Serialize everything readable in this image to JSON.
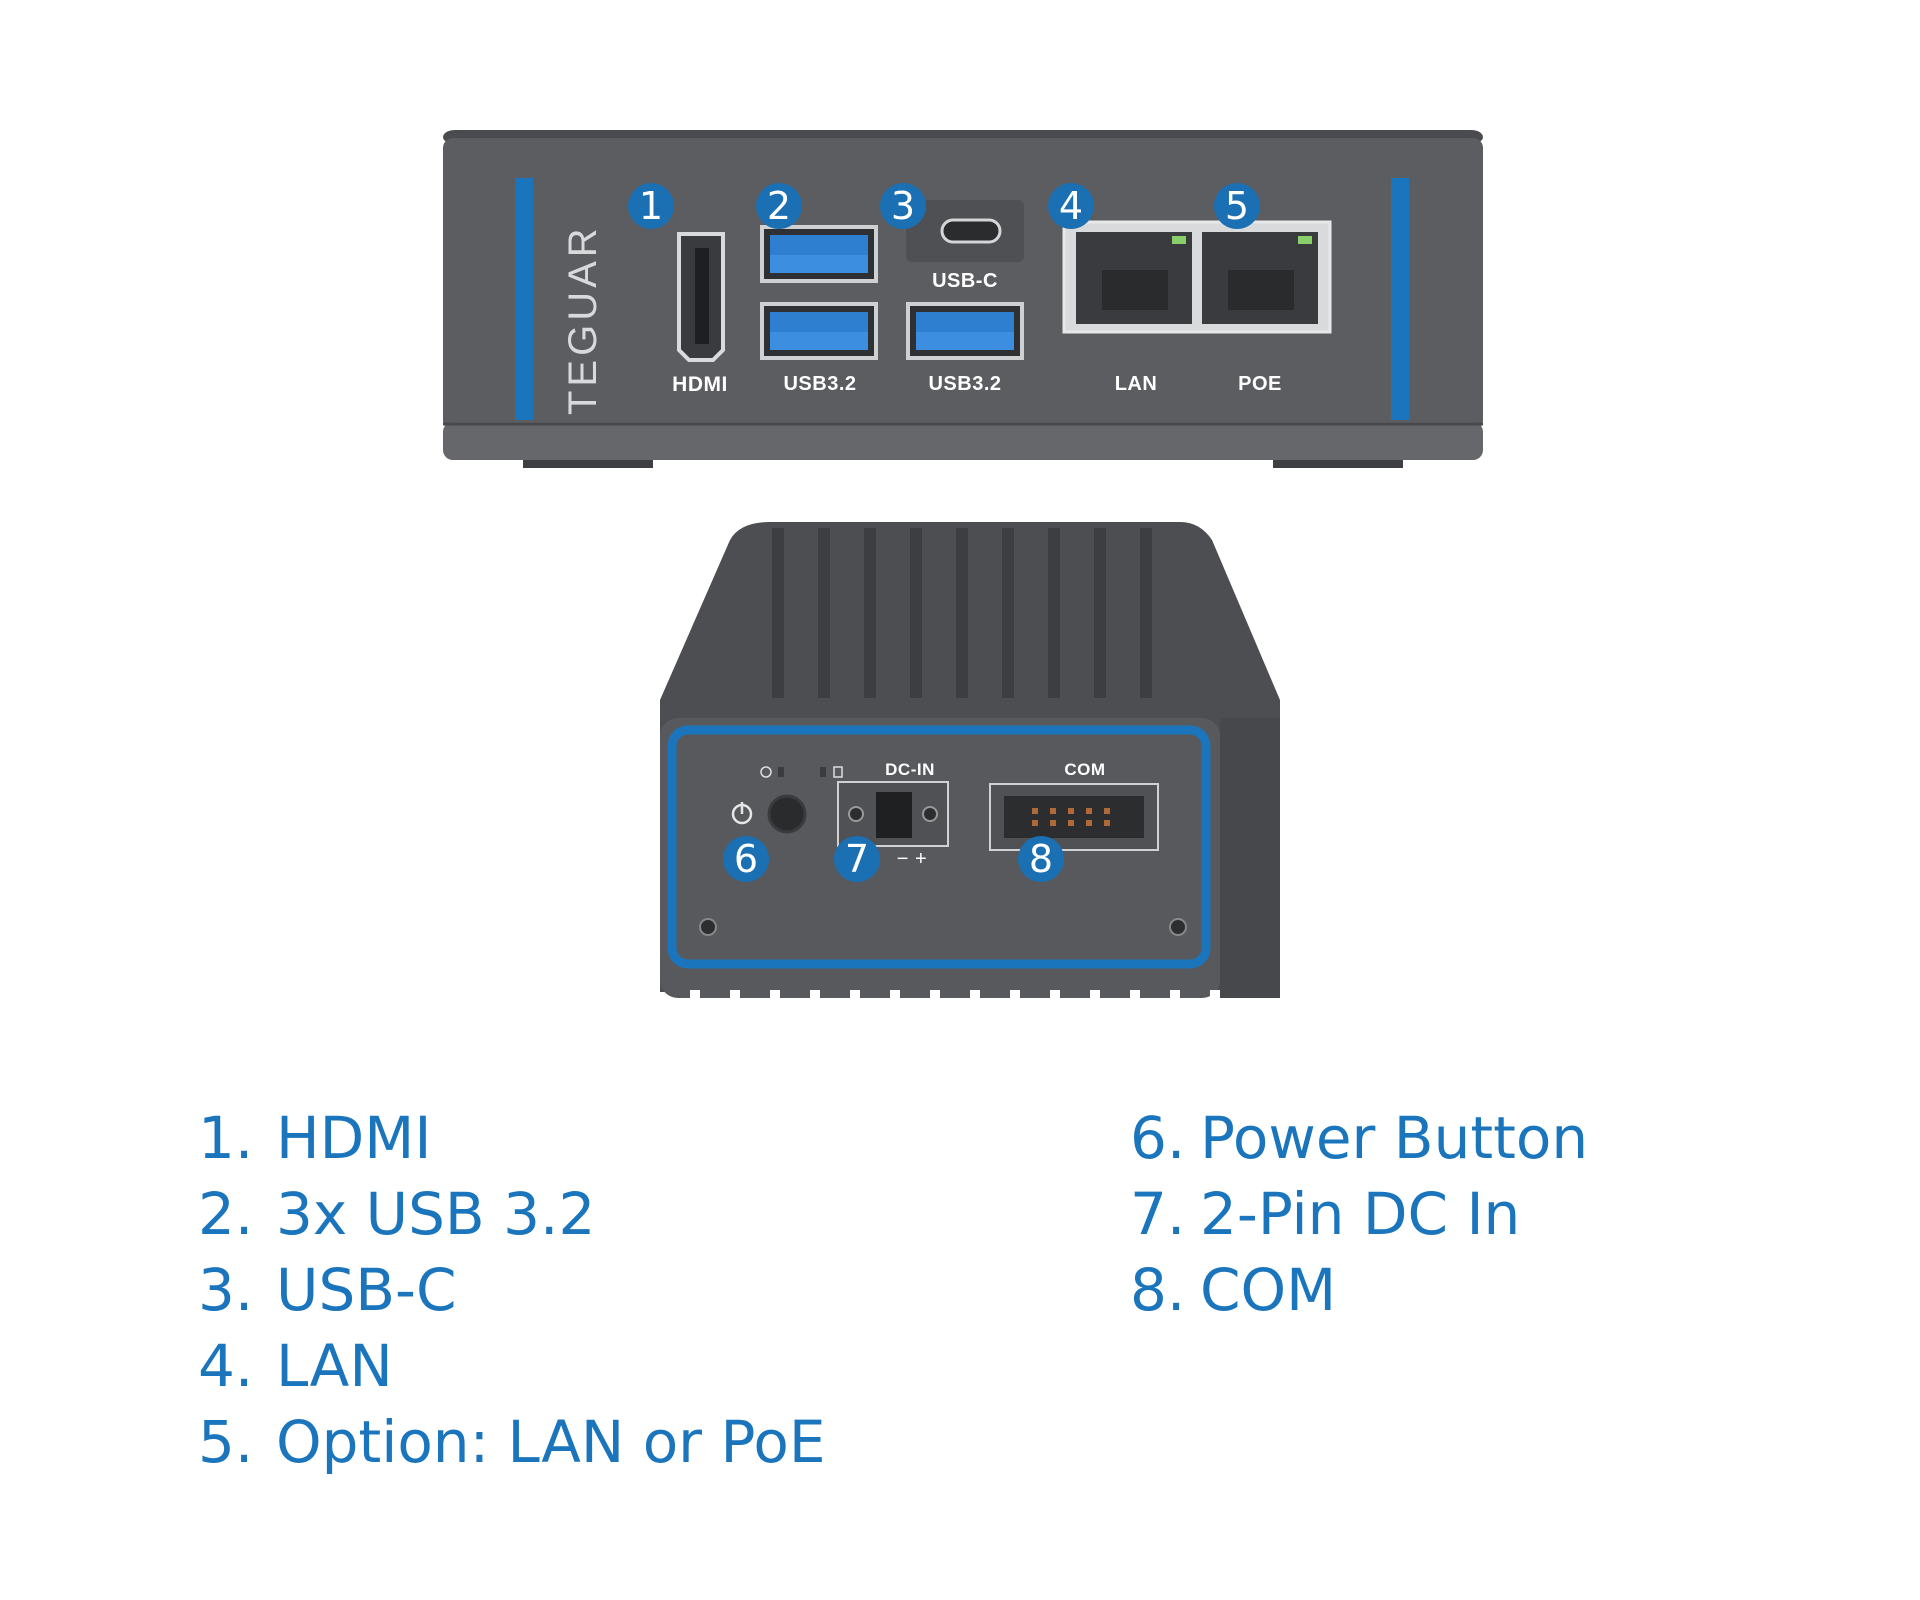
{
  "front_panel": {
    "brand": "TEGUAR",
    "ports": [
      {
        "number": "1",
        "label": "HDMI"
      },
      {
        "number": "2",
        "label": "USB3.2"
      },
      {
        "number": "3",
        "label": "USB-C"
      },
      {
        "number": "2",
        "label": "USB3.2"
      },
      {
        "number": "4",
        "label": "LAN"
      },
      {
        "number": "5",
        "label": "POE"
      }
    ]
  },
  "rear_panel": {
    "labels": {
      "dc_in": "DC-IN",
      "com": "COM",
      "polarity": "− +"
    },
    "badges": [
      "6",
      "7",
      "8"
    ]
  },
  "legend": {
    "left": [
      {
        "num": "1.",
        "text": "HDMI"
      },
      {
        "num": "2.",
        "text": "3x USB 3.2"
      },
      {
        "num": "3.",
        "text": "USB-C"
      },
      {
        "num": "4.",
        "text": "LAN"
      },
      {
        "num": "5.",
        "text": "Option: LAN or PoE"
      }
    ],
    "right": [
      {
        "num": "6.",
        "text": "Power Button"
      },
      {
        "num": "7.",
        "text": "2-Pin DC In"
      },
      {
        "num": "8.",
        "text": "COM"
      }
    ]
  },
  "colors": {
    "accent_blue": "#1b75bc",
    "device_gray": "#58595d",
    "badge_blue": "#1b6fb3"
  }
}
